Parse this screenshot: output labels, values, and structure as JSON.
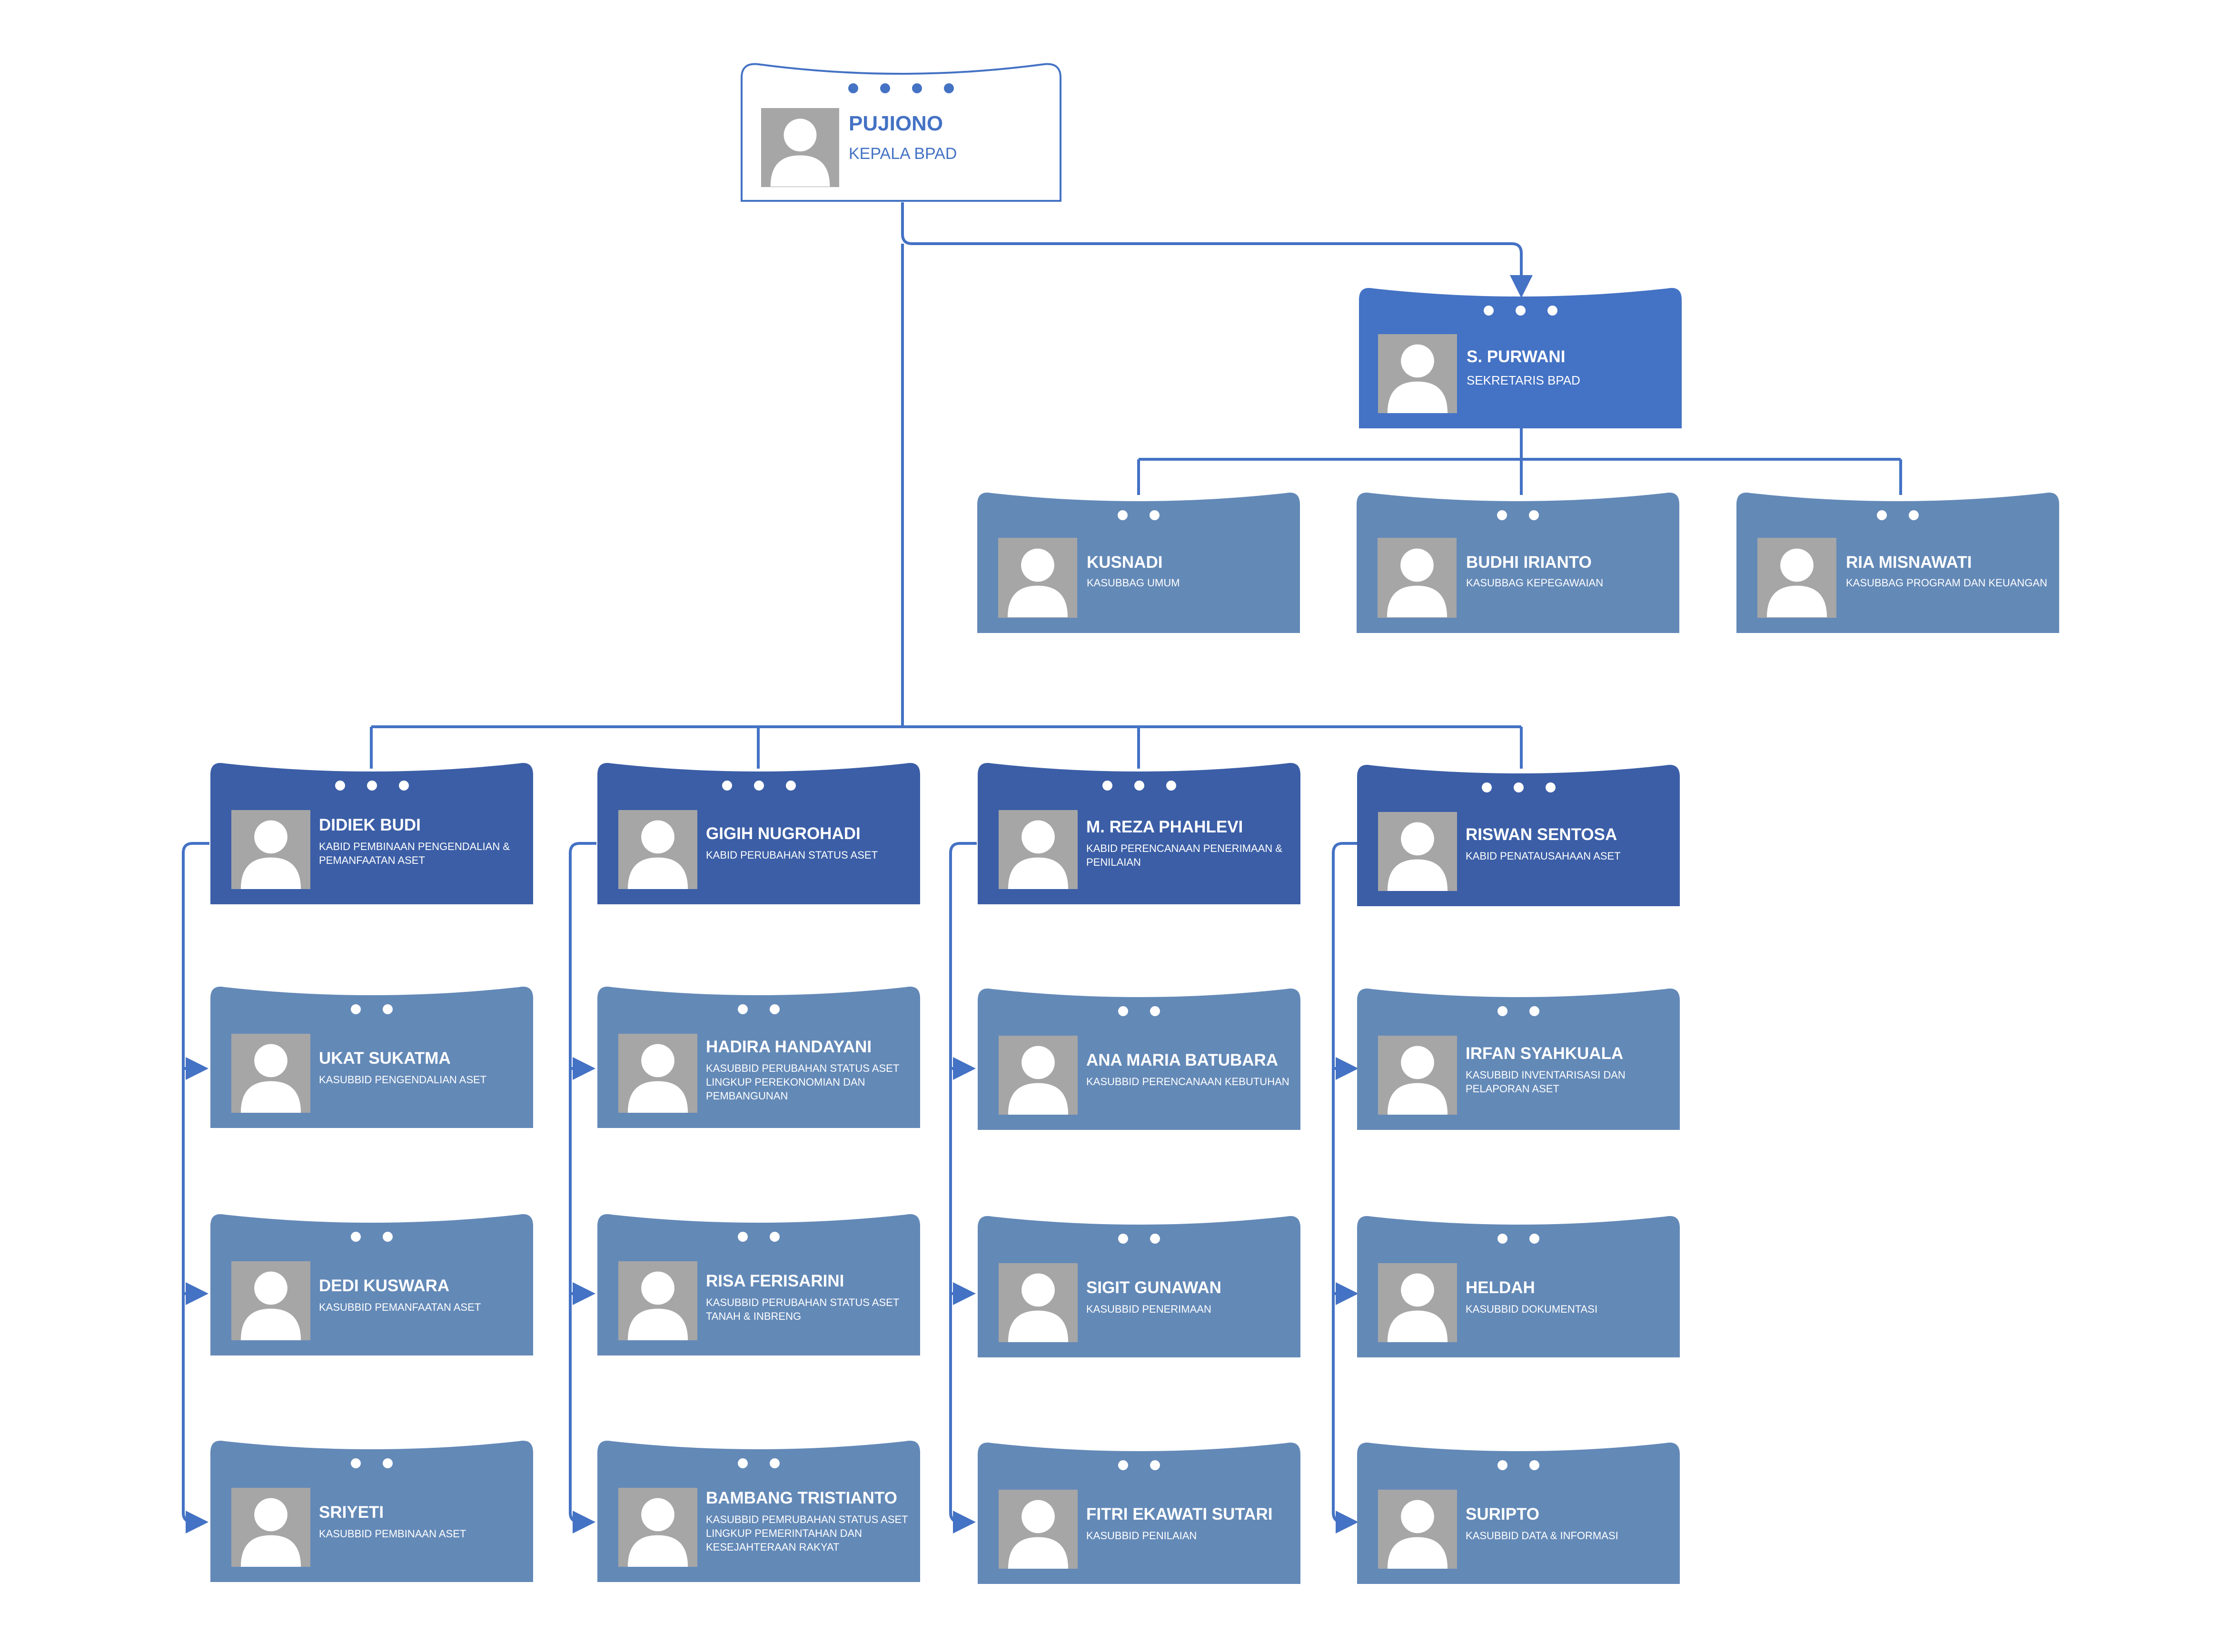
{
  "colors": {
    "line": "#4472c4",
    "top_fill": "#ffffff",
    "secretary_fill": "#4472c4",
    "kabid_fill": "#3b5ea6",
    "staff_fill": "#6389b7",
    "photo": "#a6a6a6"
  },
  "icons": {
    "photo": "person-silhouette-icon"
  },
  "head": {
    "name": "PUJIONO",
    "role": "KEPALA BPAD"
  },
  "secretary": {
    "name": "S. PURWANI",
    "role": "SEKRETARIS BPAD"
  },
  "subbags": [
    {
      "name": "KUSNADI",
      "role": "KASUBBAG UMUM"
    },
    {
      "name": "BUDHI IRIANTO",
      "role": "KASUBBAG KEPEGAWAIAN"
    },
    {
      "name": "RIA MISNAWATI",
      "role": "KASUBBAG PROGRAM DAN KEUANGAN"
    }
  ],
  "divisions": [
    {
      "head": {
        "name": "DIDIEK BUDI",
        "role": "KABID PEMBINAAN PENGENDALIAN & PEMANFAATAN ASET"
      },
      "members": [
        {
          "name": "UKAT SUKATMA",
          "role": "KASUBBID PENGENDALIAN ASET"
        },
        {
          "name": "DEDI KUSWARA",
          "role": "KASUBBID PEMANFAATAN ASET"
        },
        {
          "name": "SRIYETI",
          "role": "KASUBBID PEMBINAAN ASET"
        }
      ]
    },
    {
      "head": {
        "name": "GIGIH NUGROHADI",
        "role": "KABID PERUBAHAN STATUS ASET"
      },
      "members": [
        {
          "name": "HADIRA HANDAYANI",
          "role": "KASUBBID PERUBAHAN STATUS ASET LINGKUP PEREKONOMIAN DAN PEMBANGUNAN"
        },
        {
          "name": "RISA FERISARINI",
          "role": "KASUBBID PERUBAHAN STATUS ASET TANAH & INBRENG"
        },
        {
          "name": "BAMBANG TRISTIANTO",
          "role": "KASUBBID PEMRUBAHAN STATUS ASET LINGKUP PEMERINTAHAN DAN KESEJAHTERAAN RAKYAT"
        }
      ]
    },
    {
      "head": {
        "name": "M. REZA PHAHLEVI",
        "role": "KABID PERENCANAAN PENERIMAAN & PENILAIAN"
      },
      "members": [
        {
          "name": "ANA MARIA BATUBARA",
          "role": "KASUBBID PERENCANAAN KEBUTUHAN"
        },
        {
          "name": "SIGIT GUNAWAN",
          "role": "KASUBBID PENERIMAAN"
        },
        {
          "name": "FITRI EKAWATI SUTARI",
          "role": "KASUBBID PENILAIAN"
        }
      ]
    },
    {
      "head": {
        "name": "RISWAN SENTOSA",
        "role": "KABID PENATAUSAHAAN ASET"
      },
      "members": [
        {
          "name": "IRFAN SYAHKUALA",
          "role": "KASUBBID INVENTARISASI DAN PELAPORAN ASET"
        },
        {
          "name": "HELDAH",
          "role": "KASUBBID DOKUMENTASI"
        },
        {
          "name": "SURIPTO",
          "role": "KASUBBID DATA & INFORMASI"
        }
      ]
    }
  ]
}
